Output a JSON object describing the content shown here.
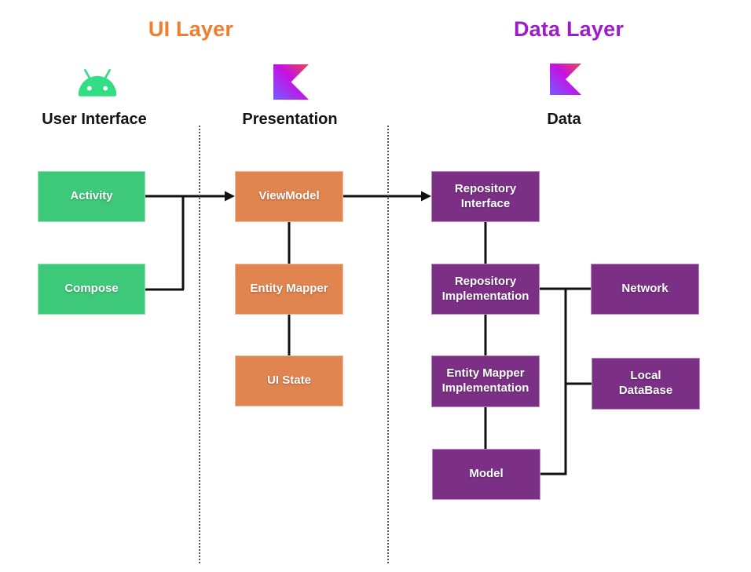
{
  "titles": {
    "ui_layer": "UI Layer",
    "data_layer": "Data Layer"
  },
  "columns": [
    {
      "label": "User Interface",
      "icon": "android-icon"
    },
    {
      "label": "Presentation",
      "icon": "kotlin-icon"
    },
    {
      "label": "Data",
      "icon": "kotlin-icon"
    }
  ],
  "nodes": {
    "activity": "Activity",
    "compose": "Compose",
    "viewmodel": "ViewModel",
    "entity_mapper": "Entity Mapper",
    "ui_state": "UI State",
    "repository_interface": "Repository\nInterface",
    "repository_implementation": "Repository\nImplementation",
    "entity_mapper_implementation": "Entity Mapper\nImplementation",
    "model": "Model",
    "network": "Network",
    "local_database": "Local\nDataBase"
  },
  "edges": [
    {
      "from": "activity",
      "to": "viewmodel",
      "arrow": true
    },
    {
      "from": "compose",
      "to": "viewmodel_junction",
      "arrow": false
    },
    {
      "from": "viewmodel",
      "to": "repository_interface",
      "arrow": true
    },
    {
      "from": "viewmodel",
      "to": "entity_mapper",
      "arrow": false
    },
    {
      "from": "entity_mapper",
      "to": "ui_state",
      "arrow": false
    },
    {
      "from": "repository_interface",
      "to": "repository_implementation",
      "arrow": false
    },
    {
      "from": "repository_implementation",
      "to": "entity_mapper_implementation",
      "arrow": false
    },
    {
      "from": "entity_mapper_implementation",
      "to": "model",
      "arrow": false
    },
    {
      "from": "repository_implementation",
      "to": "network",
      "arrow": false
    },
    {
      "from": "repository_implementation",
      "to": "local_database",
      "arrow": false
    },
    {
      "from": "model",
      "to": "repository_implementation_bus",
      "arrow": false
    }
  ],
  "colors": {
    "green_box": "#3EC97A",
    "orange_box": "#E08450",
    "purple_box": "#7B3086",
    "title_orange": "#F07E2C",
    "title_purple": "#9D1BC9",
    "label_dark": "#141414",
    "connector": "#111111",
    "android_green": "#32DE84",
    "kotlin": [
      "#E44857",
      "#C711E1",
      "#7F52FF"
    ]
  }
}
